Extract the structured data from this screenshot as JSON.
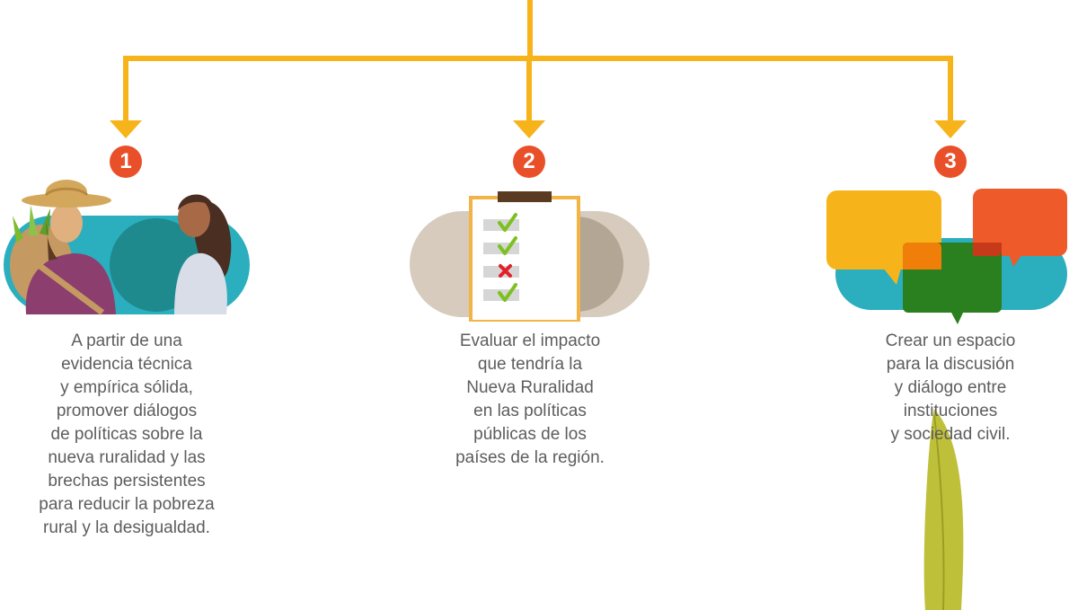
{
  "colors": {
    "connector": "#F7B31A",
    "badge": "#E9502A",
    "teal": "#2BAEBE",
    "beige": "#D6CBBD",
    "yellow_bubble": "#F7B31A",
    "orange_bubble": "#EE5A2A",
    "green_bubble": "#2A7F1E",
    "plant": "#BFC03A"
  },
  "steps": [
    {
      "number": "1",
      "illustration": "farmer-and-woman-talking",
      "text": "A partir de una\nevidencia técnica\ny empírica sólida,\npromover diálogos\nde políticas sobre la\nnueva ruralidad y las\nbrechas persistentes\npara reducir la pobreza\nrural y la desigualdad."
    },
    {
      "number": "2",
      "illustration": "clipboard-checklist",
      "text": "Evaluar el impacto\nque tendría la\nNueva Ruralidad\nen las políticas\npúblicas de los\npaíses de la región."
    },
    {
      "number": "3",
      "illustration": "speech-bubbles",
      "text": "Crear un espacio\npara la discusión\ny diálogo entre\ninstituciones\ny sociedad civil."
    }
  ],
  "decor": {
    "icon": "leaf-icon"
  }
}
